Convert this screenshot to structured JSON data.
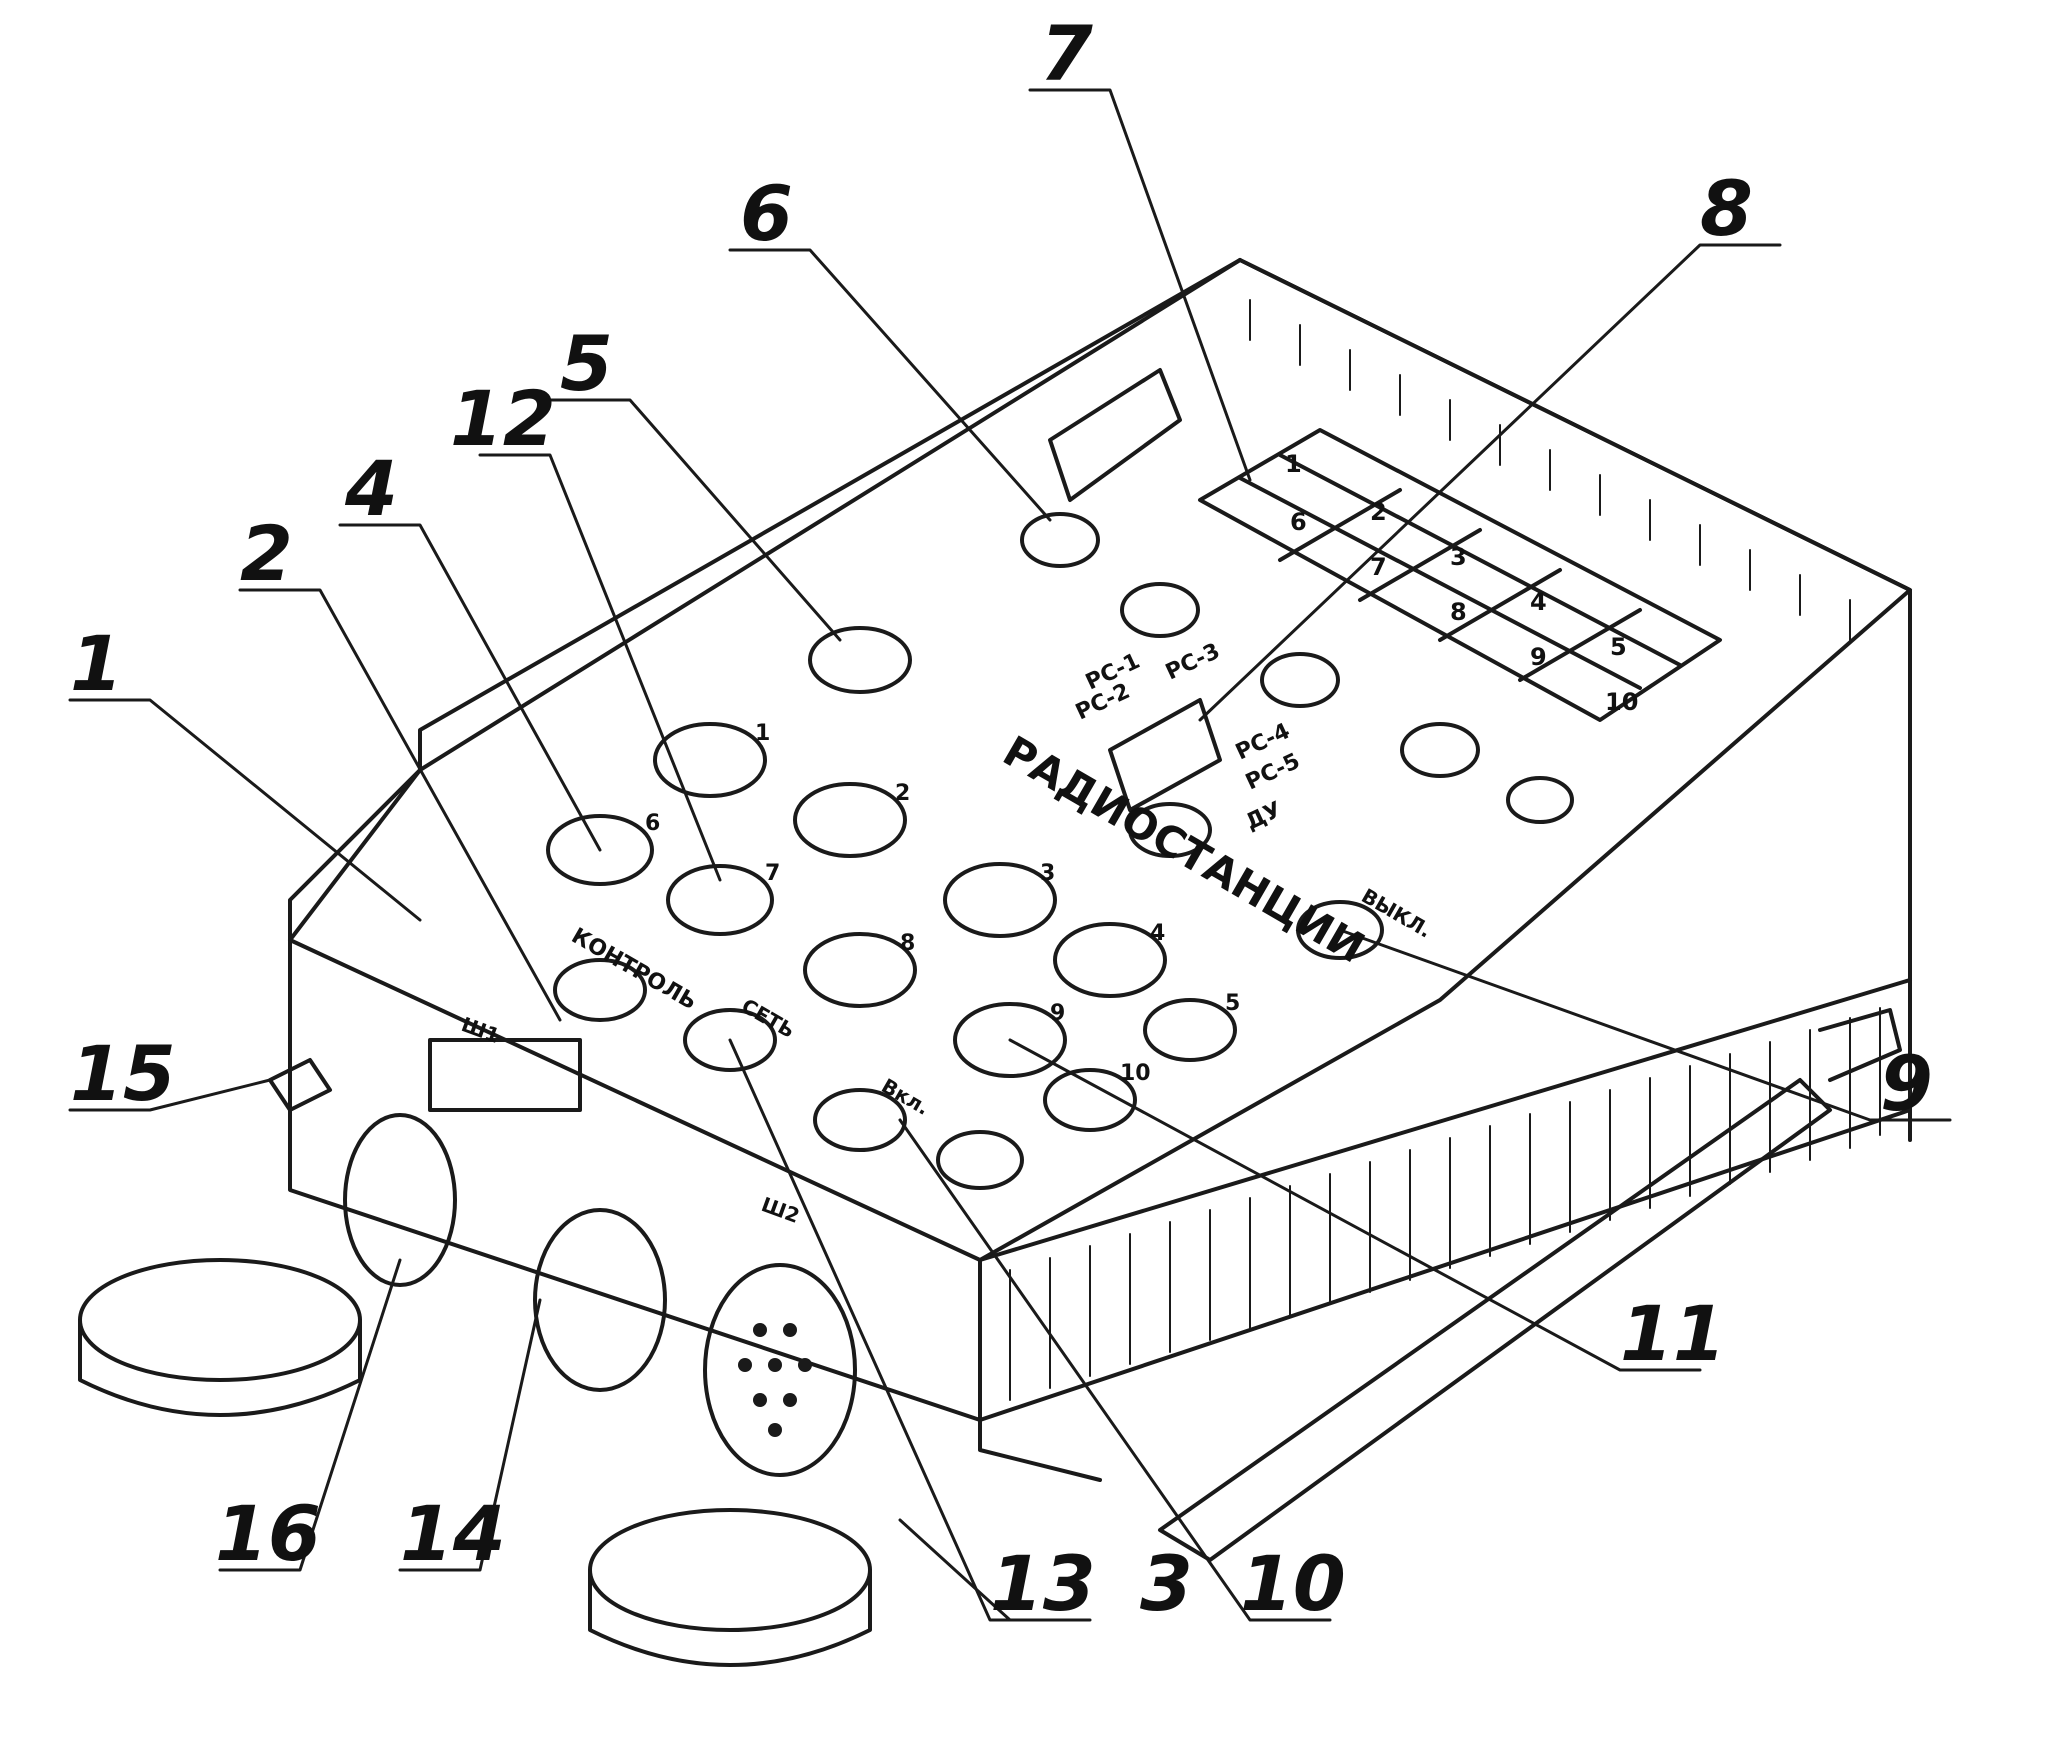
{
  "figure": {
    "panel_title": "РАДИОСТАНЦИИ",
    "callouts": [
      {
        "id": "c1",
        "label": "1"
      },
      {
        "id": "c2",
        "label": "2"
      },
      {
        "id": "c3",
        "label": "3"
      },
      {
        "id": "c4",
        "label": "4"
      },
      {
        "id": "c5",
        "label": "5"
      },
      {
        "id": "c6",
        "label": "6"
      },
      {
        "id": "c7",
        "label": "7"
      },
      {
        "id": "c8",
        "label": "8"
      },
      {
        "id": "c9",
        "label": "9"
      },
      {
        "id": "c10",
        "label": "10"
      },
      {
        "id": "c11",
        "label": "11"
      },
      {
        "id": "c12",
        "label": "12"
      },
      {
        "id": "c13",
        "label": "13"
      },
      {
        "id": "c14",
        "label": "14"
      },
      {
        "id": "c15",
        "label": "15"
      },
      {
        "id": "c16",
        "label": "16"
      }
    ],
    "panel_labels": {
      "kontrol": "КОНТРОЛЬ",
      "set": "СЕТЬ",
      "vkl": "Вкл.",
      "vykl": "ВЫКЛ.",
      "rs1": "РС-1",
      "rs2": "РС-2",
      "rs3": "РС-3",
      "rs4": "РС-4",
      "rs5": "РС-5",
      "du": "ДУ",
      "sh1": "Ш1",
      "sh2": "Ш2",
      "kn_labels": [
        "1",
        "2",
        "3",
        "4",
        "5",
        "6",
        "7",
        "8",
        "9",
        "10"
      ],
      "table_cells": [
        "1",
        "2",
        "3",
        "4",
        "5",
        "6",
        "7",
        "8",
        "9",
        "10"
      ]
    }
  }
}
